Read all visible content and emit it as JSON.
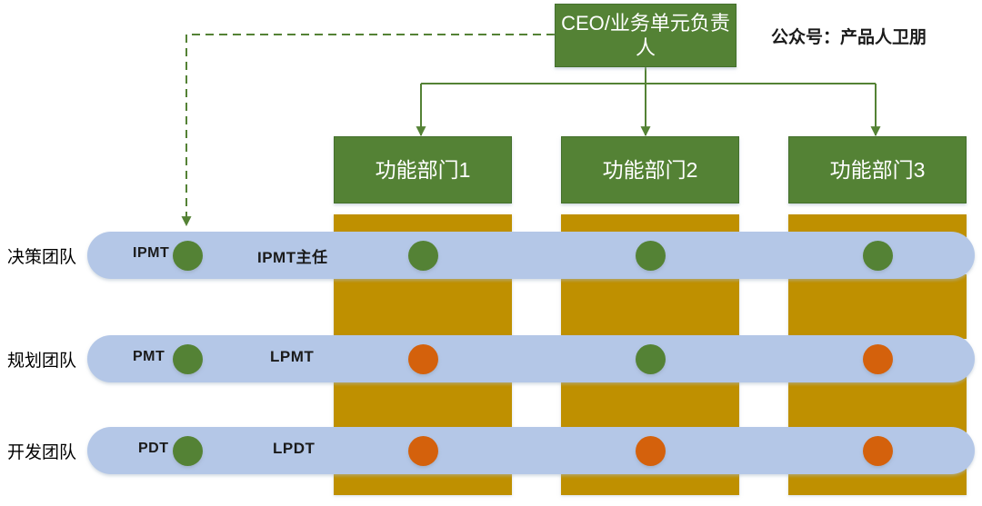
{
  "diagram": {
    "title_box": {
      "label": "CEO/业务单元负责人"
    },
    "watermark": {
      "text": "公众号：产品人卫朋"
    },
    "departments": [
      {
        "label": "功能部门1"
      },
      {
        "label": "功能部门2"
      },
      {
        "label": "功能部门3"
      }
    ],
    "teams": [
      {
        "row_label": "决策团队",
        "pill_code": "IPMT",
        "pill_role": "IPMT主任",
        "pill_dot_color": "green",
        "dept_dots": [
          "green",
          "green",
          "green"
        ]
      },
      {
        "row_label": "规划团队",
        "pill_code": "PMT",
        "pill_role": "LPMT",
        "pill_dot_color": "green",
        "dept_dots": [
          "orange",
          "green",
          "orange"
        ]
      },
      {
        "row_label": "开发团队",
        "pill_code": "PDT",
        "pill_role": "LPDT",
        "pill_dot_color": "green",
        "dept_dots": [
          "orange",
          "orange",
          "orange"
        ]
      }
    ],
    "colors": {
      "green": "#548235",
      "gold": "#BF9000",
      "pill_blue": "#B4C7E7",
      "orange": "#D4610C",
      "connector": "#548235",
      "text": "#000000"
    },
    "connectors": {
      "solid_label": "ceo-to-departments",
      "dashed_label": "ceo-to-ipmt-dashed"
    }
  }
}
